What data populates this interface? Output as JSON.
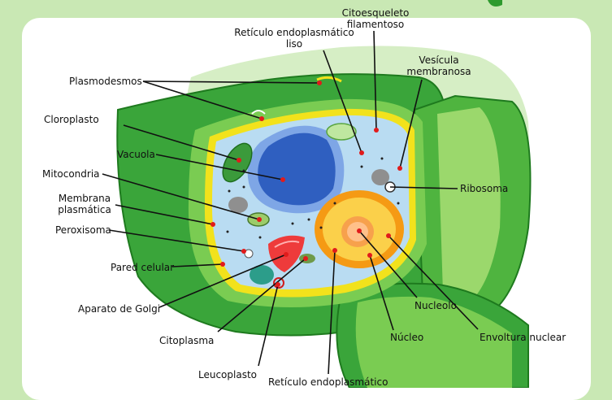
{
  "labels": {
    "citoesqueleto": [
      "Citoesqueleto",
      "filamentoso"
    ],
    "reticulo_liso": [
      "Retículo endoplasmático",
      "liso"
    ],
    "vesicula": [
      "Vesícula",
      "membranosa"
    ],
    "plasmodesmos": "Plasmodesmos",
    "cloroplasto": "Cloroplasto",
    "vacuola": "Vacuola",
    "mitocondria": "Mitocondria",
    "membrana": [
      "Membrana",
      "plasmática"
    ],
    "peroxisoma": "Peroxisoma",
    "pared": "Pared celular",
    "golgi": "Aparato de Golgi",
    "citoplasma": "Citoplasma",
    "leucoplasto": "Leucoplasto",
    "reticulo": "Retículo endoplasmático",
    "ribosoma": "Ribosoma",
    "nucleolo": "Nucleolo",
    "nucleo": "Núcleo",
    "envoltura": "Envoltura nuclear"
  },
  "colors": {
    "background": "#c9e8b4",
    "panel": "#ffffff",
    "wall_outer": "#2e9a2e",
    "wall_light": "#7acc52",
    "membrane": "#f2e21c",
    "cytoplasm": "#b9dcf2",
    "vacuole": "#2f5fc0",
    "nucleus": "#f59a14",
    "pointer": "#e11b1b"
  }
}
